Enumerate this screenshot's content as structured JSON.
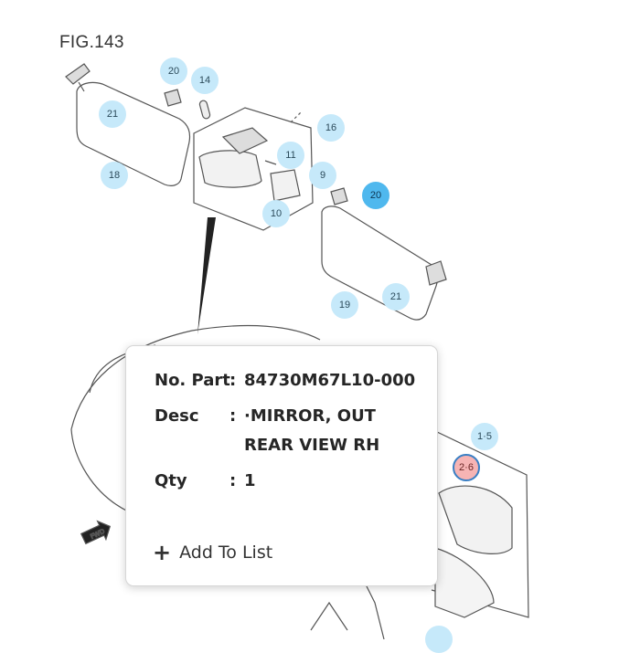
{
  "figure": {
    "label": "FIG.143"
  },
  "callouts": [
    {
      "id": "20a",
      "text": "20"
    },
    {
      "id": "14",
      "text": "14"
    },
    {
      "id": "21a",
      "text": "21"
    },
    {
      "id": "16",
      "text": "16"
    },
    {
      "id": "11",
      "text": "11"
    },
    {
      "id": "9",
      "text": "9"
    },
    {
      "id": "18",
      "text": "18"
    },
    {
      "id": "20b",
      "text": "20"
    },
    {
      "id": "10",
      "text": "10"
    },
    {
      "id": "21b",
      "text": "21"
    },
    {
      "id": "19",
      "text": "19"
    },
    {
      "id": "15",
      "text": "1·5"
    },
    {
      "id": "26",
      "text": "2·6"
    }
  ],
  "popup": {
    "part_label": "No. Part",
    "part_sep": ":",
    "part_value": "84730M67L10-000",
    "desc_label": "Desc",
    "desc_sep": ":",
    "desc_line1": "·MIRROR, OUT",
    "desc_line2": "REAR VIEW RH",
    "qty_label": "Qty",
    "qty_sep": ":",
    "qty_value": "1",
    "add_label": "Add To List",
    "add_icon": "plus-icon"
  },
  "colors": {
    "callout": "#c6e9fa",
    "callout_selected": "#4fb8ee",
    "callout_active": "#f6b4b4"
  }
}
